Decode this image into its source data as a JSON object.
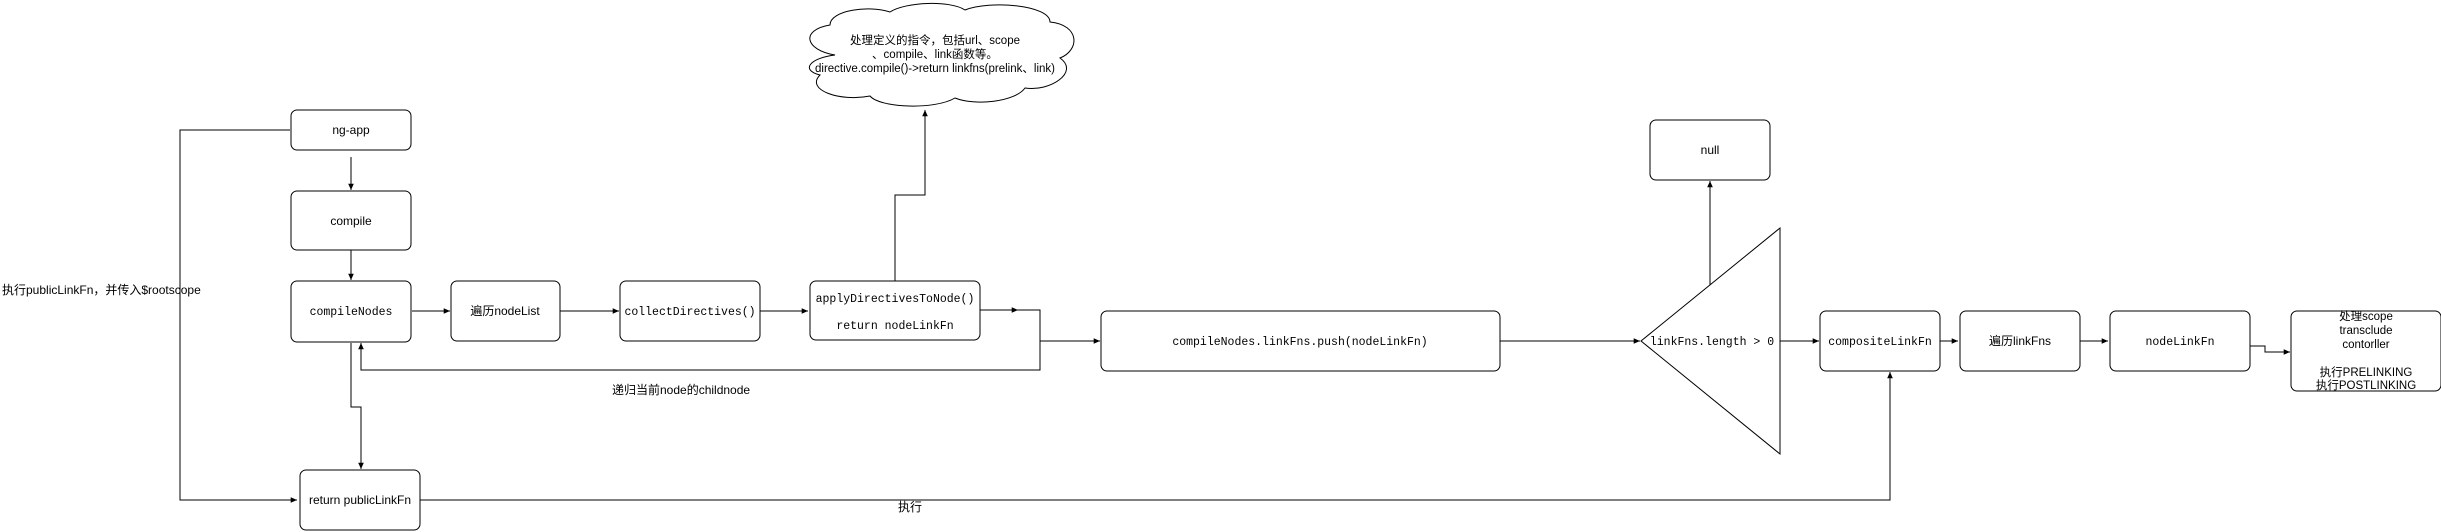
{
  "nodes": {
    "ng_app": "ng-app",
    "compile": "compile",
    "compile_nodes": "compileNodes",
    "traverse_node_list": "遍历nodeList",
    "collect_directives": "collectDirectives()",
    "apply_directives_line1": "applyDirectivesToNode()",
    "apply_directives_line2": "return nodeLinkFn",
    "push_link_fns": "compileNodes.linkFns.push(nodeLinkFn)",
    "condition": "linkFns.length > 0",
    "null_node": "null",
    "composite_link_fn": "compositeLinkFn",
    "traverse_link_fns": "遍历linkFns",
    "node_link_fn": "nodeLinkFn",
    "return_public_link_fn": "return publicLinkFn",
    "final_step": [
      "处理scope",
      "transclude",
      "contorller",
      "",
      "执行PRELINKING",
      "执行POSTLINKING"
    ]
  },
  "cloud_note": [
    "处理定义的指令，包括url、scope",
    "、compile、link函数等。",
    "directive.compile()->return linkfns(prelink、link)"
  ],
  "edge_labels": {
    "execute_public_link_fn": "执行publicLinkFn，并传入$rootscope",
    "recurse_child_node": "递归当前node的childnode",
    "execute": "执行"
  }
}
